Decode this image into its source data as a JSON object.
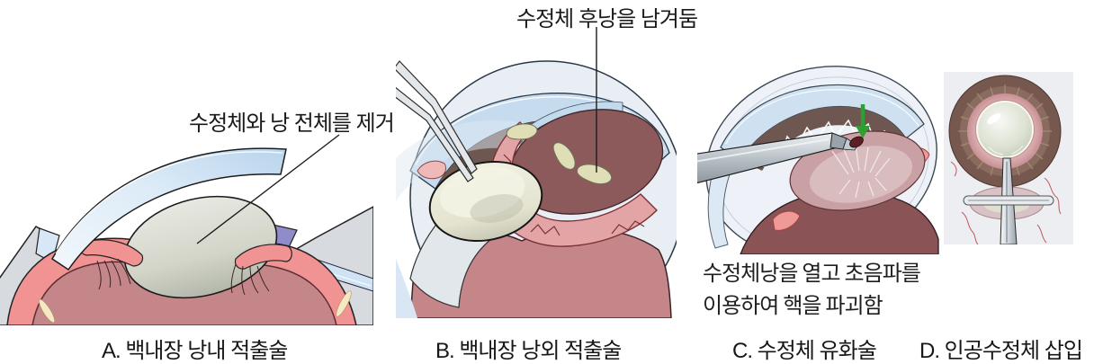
{
  "figure": {
    "panels": {
      "a": {
        "caption": "A. 백내장 낭내 적출술",
        "annotation": "수정체와 낭 전체를 제거"
      },
      "b": {
        "caption": "B. 백내장 낭외 적출술",
        "annotation": "수정체 후낭을 남겨둠"
      },
      "c": {
        "caption": "C. 수정체 유화술",
        "note_line1": "수정체낭을 열고 초음파를",
        "note_line2": "이용하여 핵을 파괴함"
      },
      "d": {
        "caption": "D. 인공수정체 삽입"
      }
    },
    "colors": {
      "background": "#ffffff",
      "text": "#1a1a1a",
      "leader_line": "#1d1d1d",
      "cornea_blue": "#c6dbee",
      "sclera_gray": "#d7dade",
      "iris_pink": "#f09392",
      "iris_brown": "#6e5750",
      "globe_mauve": "#c5868a",
      "capsule_interior_dark": "#8d5a5c",
      "capsule_rim_pink": "#e2a4a5",
      "lens_gray": "#d6d8cc",
      "lens_fragment_cream": "#dfdeb6",
      "nucleus_cream": "#ebead8",
      "arrow_green": "#2f9e33",
      "instrument_silver": "#c3c9cf",
      "purple_wedge": "#8f8cc9",
      "iol_panel_bg": "#edeef2",
      "vessel_red": "#c2555e"
    }
  }
}
